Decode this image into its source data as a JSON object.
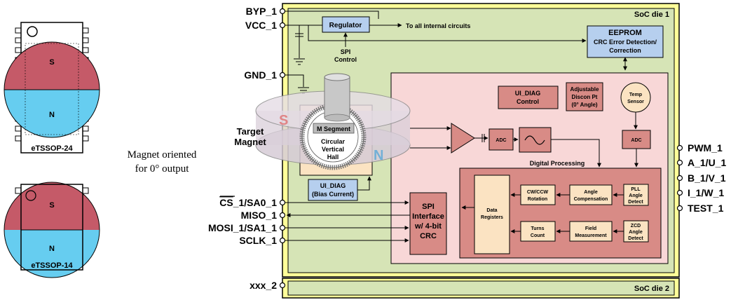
{
  "colors": {
    "die1_outer": "#ffff99",
    "die1_inner": "#d6e4b6",
    "pink_zone": "#f8d7d7",
    "digital_block": "#d88b86",
    "block_fill": "#e09a90",
    "light_block": "#fbe3c2",
    "blue_box": "#b6cfee",
    "south": "#c55a68",
    "north": "#66cdf0"
  },
  "packages": {
    "p24": {
      "south_label": "S",
      "north_label": "N",
      "name": "eTSSOP-24"
    },
    "p14": {
      "south_label": "S",
      "north_label": "N",
      "name": "eTSSOP-14"
    }
  },
  "magnet_caption": {
    "line1": "Magnet oriented",
    "line2": "for 0° output"
  },
  "target_magnet": {
    "line1": "Target",
    "line2": "Magnet",
    "s_label": "S",
    "n_label": "N"
  },
  "pins_left": {
    "byp": "BYP_1",
    "vcc": "VCC_1",
    "gnd": "GND_1",
    "cs_prefix": "CS",
    "cs_rest": "_1/SA0_1",
    "miso": "MISO_1",
    "mosi": "MOSI_1/SA1_1",
    "sclk": "SCLK_1",
    "xxx": "xxx_2"
  },
  "pins_right": {
    "pwm": "PWM_1",
    "a": "A_1/U_1",
    "b": "B_1/V_1",
    "i": "I_1/W_1",
    "test": "TEST_1"
  },
  "die1_label": "SoC die 1",
  "die2_label": "SoC die 2",
  "regulator": "Regulator",
  "to_internal": "To all internal circuits",
  "spi_control": {
    "line1": "SPI",
    "line2": "Control"
  },
  "eeprom": {
    "title": "EEPROM",
    "line1": "CRC Error Detection/",
    "line2": "Correction"
  },
  "ui_diag_control": {
    "line1": "UI_DIAG",
    "line2": "Control"
  },
  "discon": {
    "line1": "Adjustable",
    "line2": "Discon Pt",
    "line3": "(0° Angle)"
  },
  "temp": {
    "line1": "Temp",
    "line2": "Sensor"
  },
  "hall": {
    "segment": "M Segment",
    "line1": "Circular",
    "line2": "Vertical",
    "line3": "Hall"
  },
  "ui_diag_bias": {
    "line1": "UI_DIAG",
    "line2": "(Bias Current)"
  },
  "adc1": "ADC",
  "adc2": "ADC",
  "digital_processing": "Digital Processing",
  "data_registers": {
    "line1": "Data",
    "line2": "Registers"
  },
  "cwccw": {
    "line1": "CW/CCW",
    "line2": "Rotation"
  },
  "angle_comp": {
    "line1": "Angle",
    "line2": "Compensation"
  },
  "pll": {
    "line1": "PLL",
    "line2": "Angle",
    "line3": "Detect"
  },
  "turns": {
    "line1": "Turns",
    "line2": "Count"
  },
  "field_meas": {
    "line1": "Field",
    "line2": "Measurement"
  },
  "zcd": {
    "line1": "ZCD",
    "line2": "Angle",
    "line3": "Detect"
  },
  "spi_interface": {
    "line1": "SPI",
    "line2": "Interface",
    "line3": "w/ 4-bit",
    "line4": "CRC"
  }
}
